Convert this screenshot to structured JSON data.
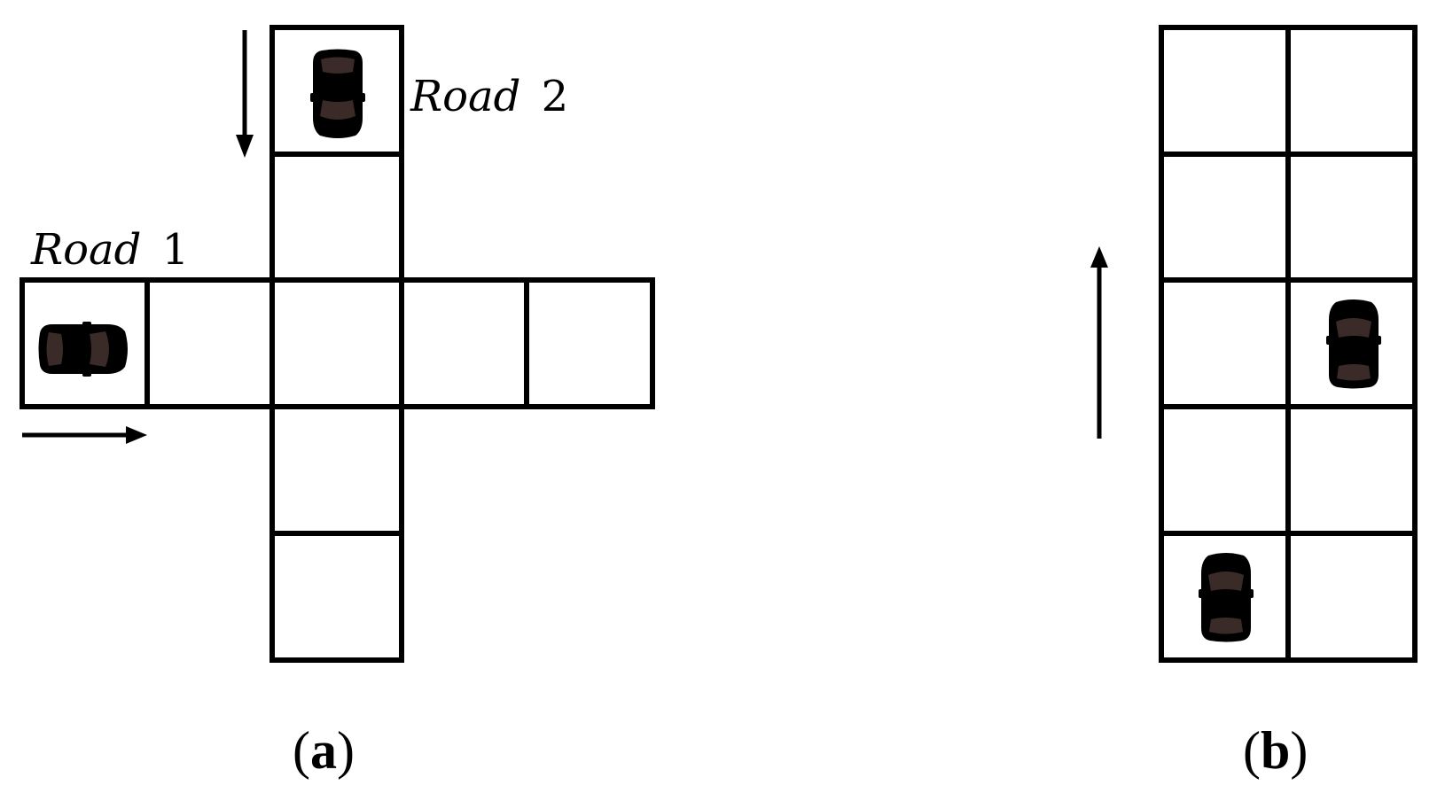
{
  "colors": {
    "grid": "#000000",
    "car_red": "#e8110f",
    "car_green": "#33b423",
    "car_window": "#3a2a28"
  },
  "panel_a": {
    "road1_label": {
      "name": "Road",
      "number": "1"
    },
    "road2_label": {
      "name": "Road",
      "number": "2"
    },
    "caption": {
      "open": "(",
      "letter": "a",
      "close": ")"
    },
    "cars": [
      {
        "color": "car_green",
        "road": "Road 1",
        "cell": 1,
        "heading": "right"
      },
      {
        "color": "car_red",
        "road": "Road 2",
        "cell": 1,
        "heading": "down"
      }
    ],
    "arrows": [
      {
        "road": "Road 1",
        "direction": "right"
      },
      {
        "road": "Road 2",
        "direction": "down"
      }
    ]
  },
  "panel_b": {
    "caption": {
      "open": "(",
      "letter": "b",
      "close": ")"
    },
    "grid": {
      "rows": 5,
      "cols": 2
    },
    "cars": [
      {
        "color": "car_green",
        "row": 3,
        "col": 2,
        "heading": "up"
      },
      {
        "color": "car_red",
        "row": 5,
        "col": 1,
        "heading": "up"
      }
    ],
    "arrows": [
      {
        "direction": "up"
      }
    ]
  }
}
